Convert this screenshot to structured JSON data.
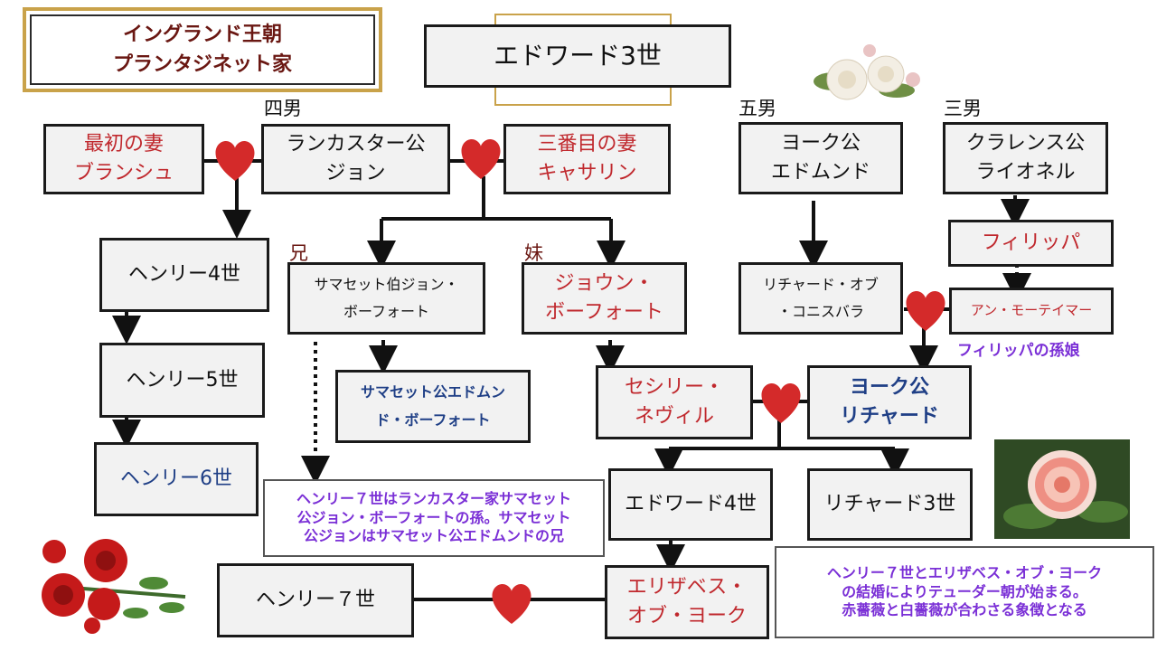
{
  "title": {
    "line1": "イングランド王朝",
    "line2": "プランタジネット家"
  },
  "root": "エドワード3世",
  "labels": {
    "fourth_son": "四男",
    "fifth_son": "五男",
    "third_son": "三男",
    "elder": "兄",
    "younger": "妹"
  },
  "nodes": {
    "blanche": [
      "最初の妻",
      "ブランシュ"
    ],
    "john_lancaster": [
      "ランカスター公",
      "ジョン"
    ],
    "katherine": [
      "三番目の妻",
      "キャサリン"
    ],
    "edmund_york": [
      "ヨーク公",
      "エドムンド"
    ],
    "lionel": [
      "クラレンス公",
      "ライオネル"
    ],
    "henry4": [
      "ヘンリー4世"
    ],
    "henry5": [
      "ヘンリー5世"
    ],
    "henry6": [
      "ヘンリー6世"
    ],
    "john_somerset": [
      "サマセット伯ジョン・",
      "ボーフォート"
    ],
    "joan_beaufort": [
      "ジョウン・",
      "ボーフォート"
    ],
    "edmund_somerset": [
      "サマセット公エドムン",
      "ド・ボーフォート"
    ],
    "cecily": [
      "セシリー・",
      "ネヴィル"
    ],
    "richard_york": [
      "ヨーク公",
      "リチャード"
    ],
    "richard_conisburgh": [
      "リチャード・オブ",
      "・コニスバラ"
    ],
    "philippa": [
      "フィリッパ"
    ],
    "anne_mortimer": [
      "アン・モーテイマー"
    ],
    "edward4": [
      "エドワード4世"
    ],
    "richard3": [
      "リチャード3世"
    ],
    "henry7": [
      "ヘンリー７世"
    ],
    "elizabeth_york": [
      "エリザベス・",
      "オブ・ヨーク"
    ]
  },
  "philippa_granddaughter": "フィリッパの孫娘",
  "notes": {
    "henry7_origin": [
      "ヘンリー７世はランカスター家サマセット",
      "公ジョン・ボーフォートの孫。サマセット",
      "公ジョンはサマセット公エドムンドの兄"
    ],
    "tudor": [
      "ヘンリー７世とエリザベス・オブ・ヨーク",
      "の結婚によりテューダー朝が始まる。",
      "赤薔薇と白薔薇が合わさる象徴となる"
    ]
  },
  "colors": {
    "heart": "#d42a2a",
    "red_text": "#c0282d",
    "blue_text": "#1f3f86",
    "note_text": "#7a2fd6",
    "gold": "#c9a24a"
  }
}
